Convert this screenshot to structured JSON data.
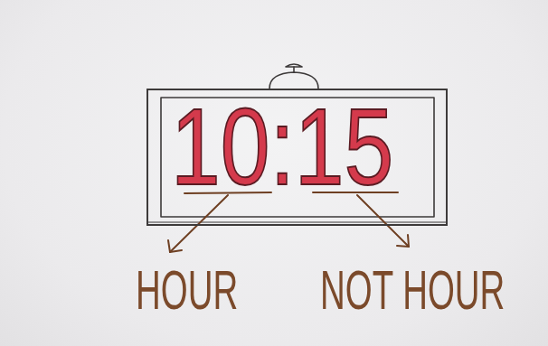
{
  "diagram": {
    "nodes": [
      {
        "text": [
          "10:15"
        ]
      }
    ],
    "labels": [
      "HOUR",
      "NOT HOUR"
    ]
  }
}
